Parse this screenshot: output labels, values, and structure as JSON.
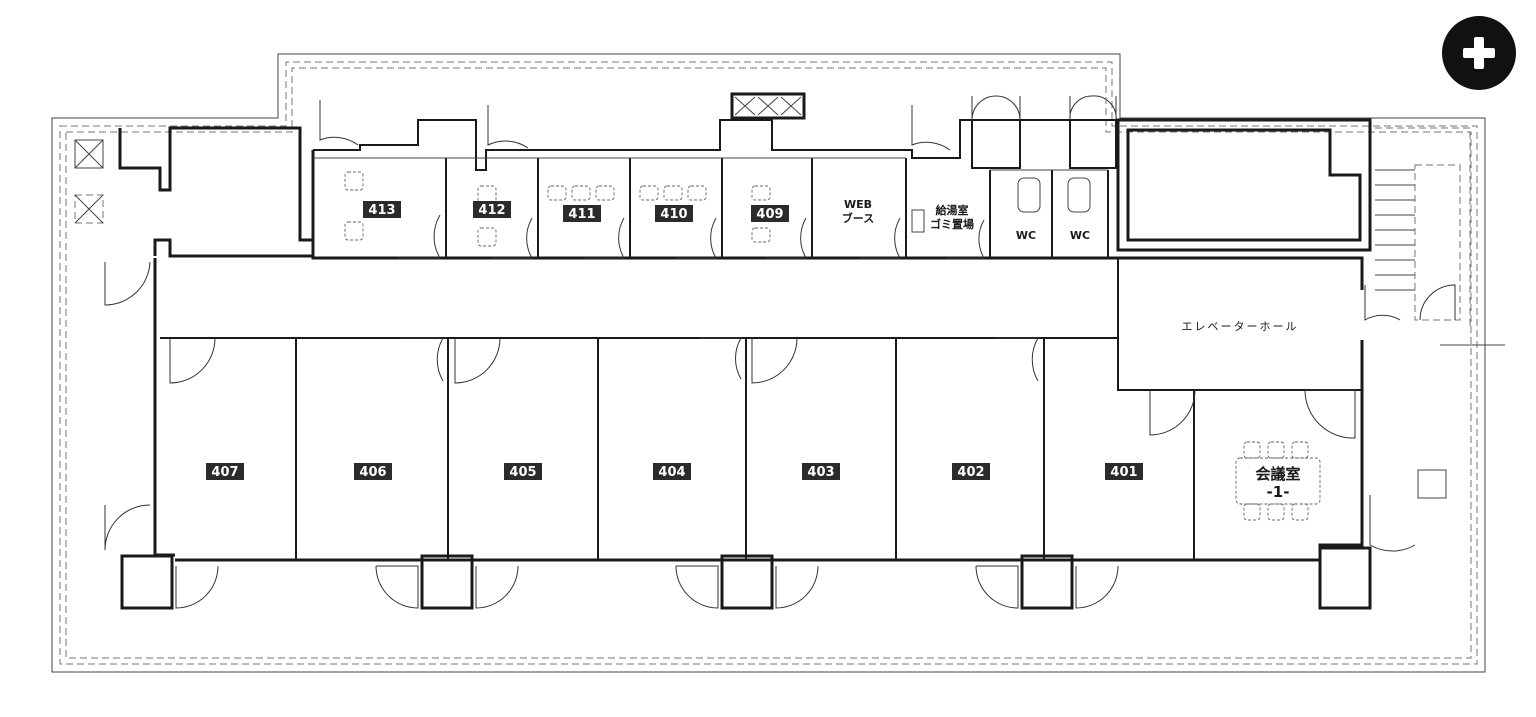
{
  "floor_plan": {
    "upper_rooms": [
      {
        "id": "413"
      },
      {
        "id": "412"
      },
      {
        "id": "411"
      },
      {
        "id": "410"
      },
      {
        "id": "409"
      }
    ],
    "lower_rooms": [
      {
        "id": "407"
      },
      {
        "id": "406"
      },
      {
        "id": "405"
      },
      {
        "id": "404"
      },
      {
        "id": "403"
      },
      {
        "id": "402"
      },
      {
        "id": "401"
      }
    ],
    "web_booth": {
      "line1": "WEB",
      "line2": "ブース"
    },
    "kitchen": {
      "line1": "給湯室",
      "line2": "ゴミ置場"
    },
    "wc_left": "WC",
    "wc_right": "WC",
    "elevator_hall": "エレベーターホール",
    "conference": {
      "line1": "会議室",
      "line2": "-1-"
    }
  },
  "controls": {
    "zoom_in_icon": "plus-icon"
  }
}
